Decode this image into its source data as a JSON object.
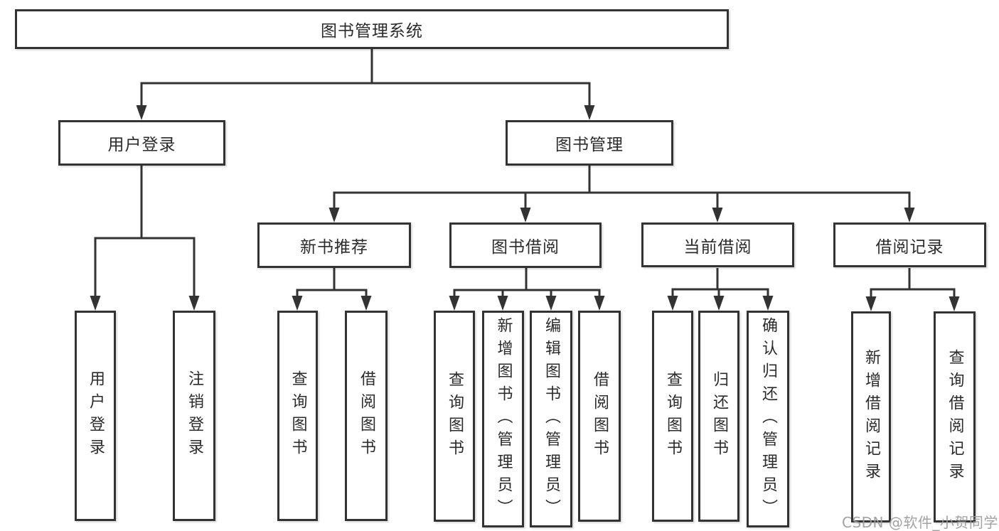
{
  "diagram": {
    "title": "图书管理系统",
    "branches": {
      "user": {
        "label": "用户登录",
        "children": [
          "用户登录",
          "注销登录"
        ]
      },
      "book": {
        "label": "图书管理",
        "groups": [
          {
            "label": "新书推荐",
            "children": [
              "查询图书",
              "借阅图书"
            ]
          },
          {
            "label": "图书借阅",
            "children": [
              "查询图书",
              "新增图书（管理员）",
              "编辑图书（管理员）",
              "借阅图书"
            ]
          },
          {
            "label": "当前借阅",
            "children": [
              "查询图书",
              "归还图书",
              "确认归还（管理员）"
            ]
          },
          {
            "label": "借阅记录",
            "children": [
              "新增借阅记录",
              "查询借阅记录"
            ]
          }
        ]
      }
    }
  },
  "watermark": {
    "text": "CSDN @软件_小贺同学"
  },
  "colors": {
    "line": "#333333",
    "text": "#2b2b2b",
    "watermark": "#9b9b9b",
    "background": "#ffffff"
  }
}
